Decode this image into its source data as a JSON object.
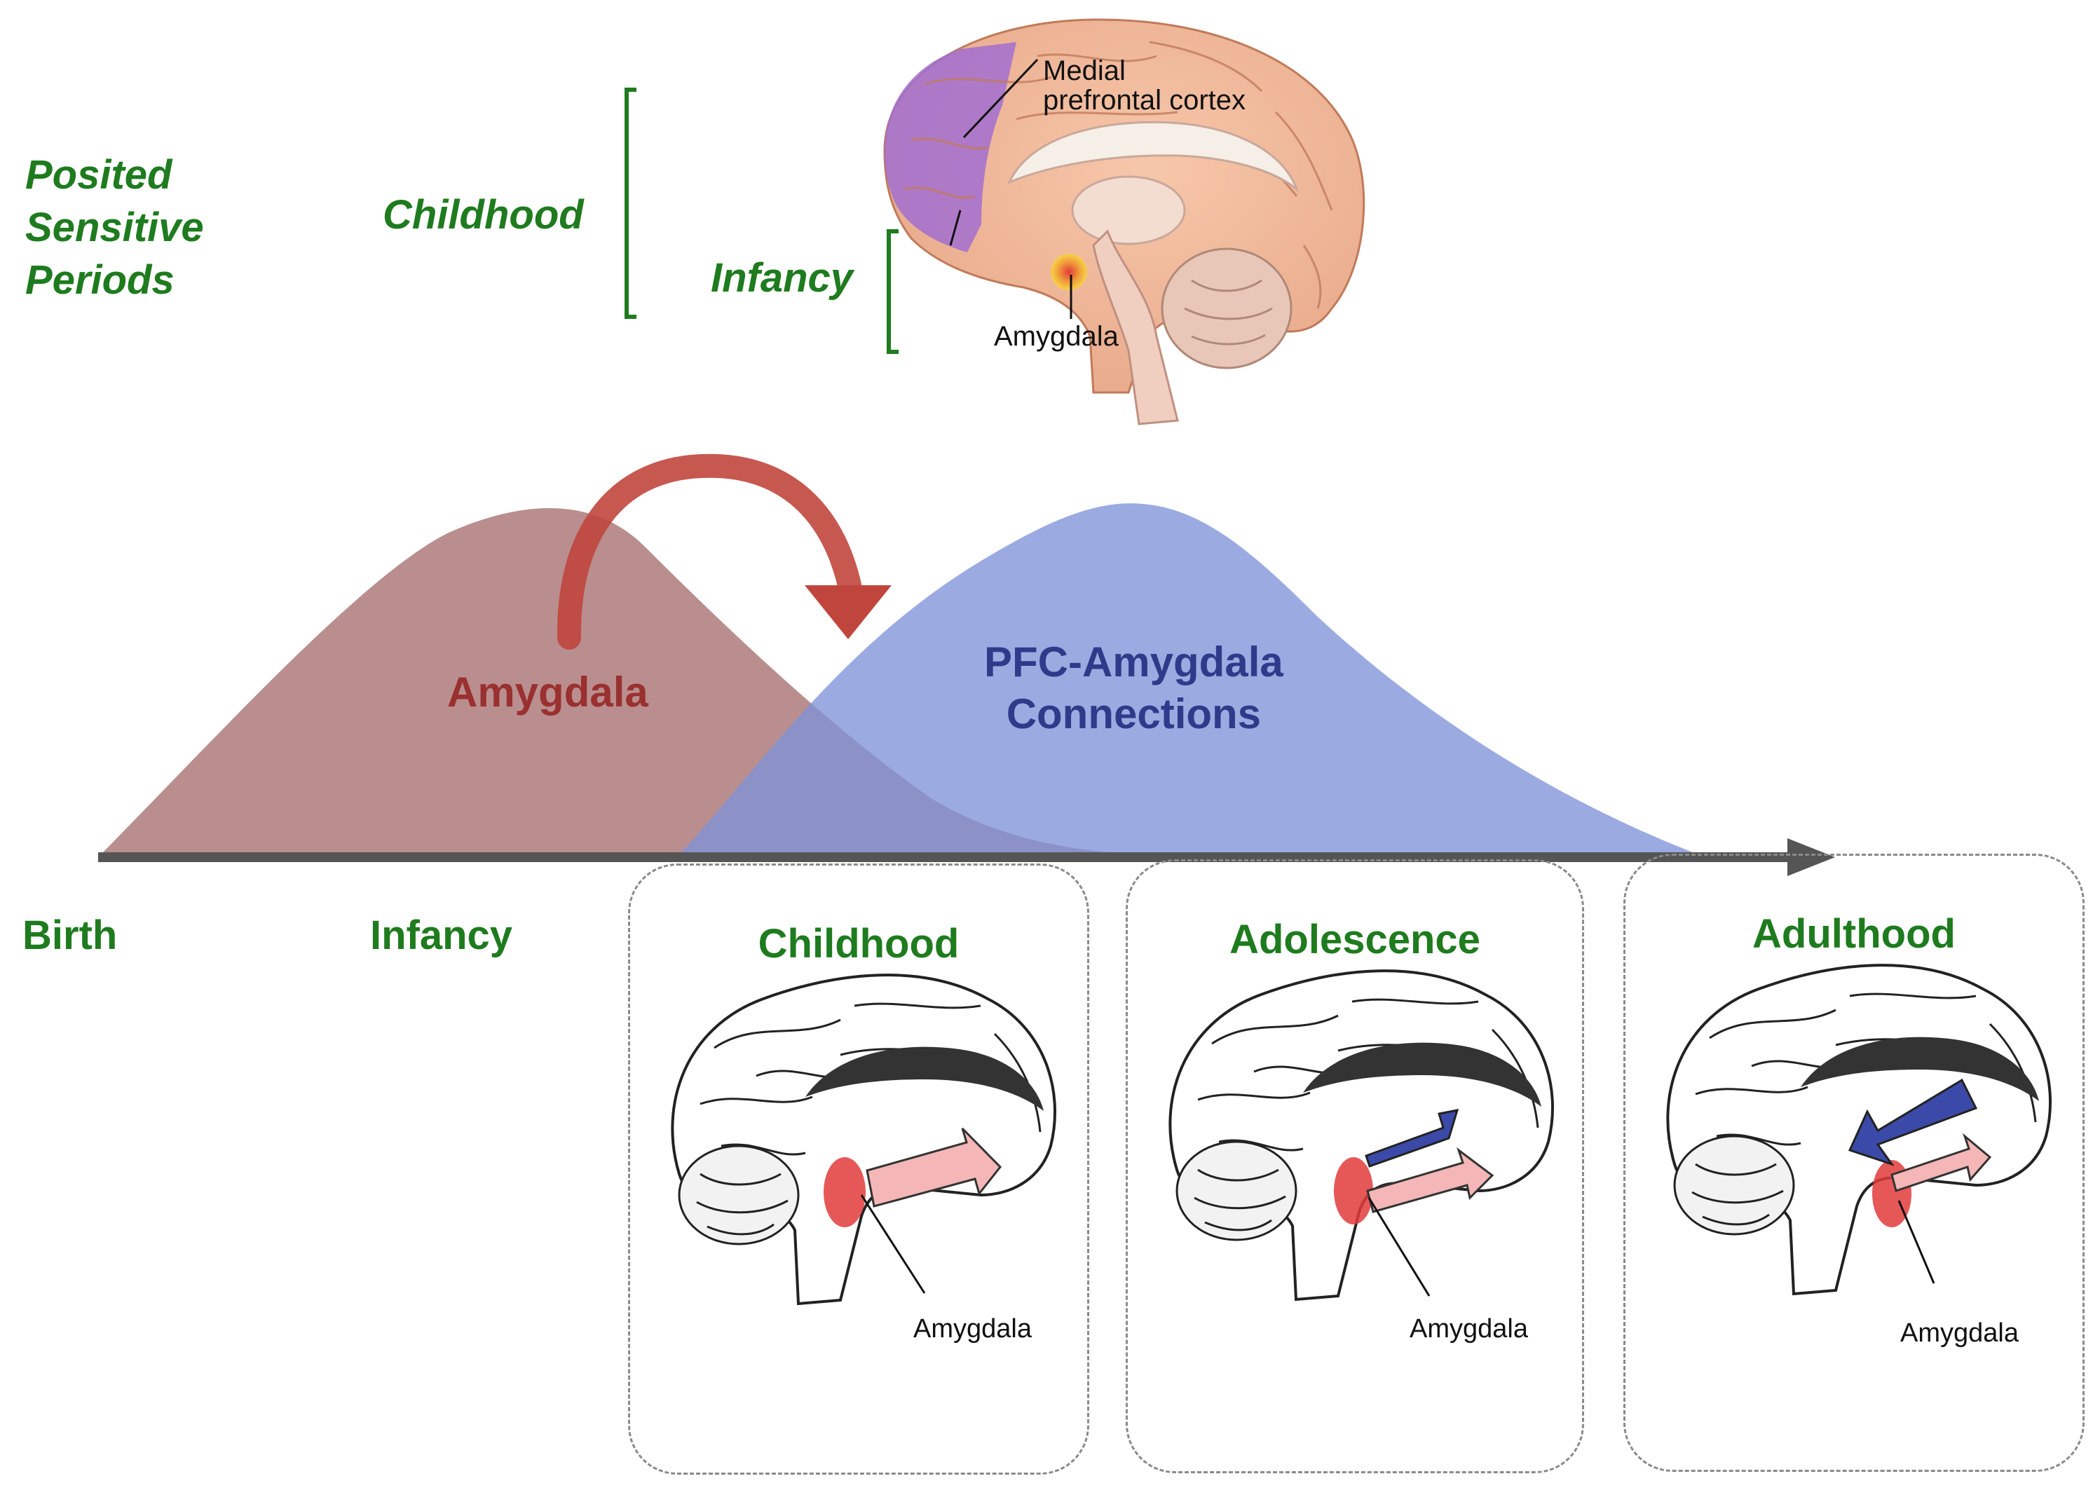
{
  "posited_periods": {
    "title_lines": [
      "Posited",
      "Sensitive",
      "Periods"
    ],
    "childhood": "Childhood",
    "infancy": "Infancy"
  },
  "top_brain": {
    "mpfc_label_lines": [
      "Medial",
      "prefrontal cortex"
    ],
    "amygdala_label": "Amygdala"
  },
  "curves": {
    "amygdala": {
      "label": "Amygdala",
      "color": "#b07e7e"
    },
    "pfc": {
      "label_lines": [
        "PFC-Amygdala",
        "Connections"
      ],
      "color": "#8094d4"
    }
  },
  "timeline": {
    "stages": [
      "Birth",
      "Infancy",
      "Childhood",
      "Adolescence",
      "Adulthood"
    ]
  },
  "panels": [
    {
      "title": "Childhood",
      "amygdala_label": "Amygdala"
    },
    {
      "title": "Adolescence",
      "amygdala_label": "Amygdala"
    },
    {
      "title": "Adulthood",
      "amygdala_label": "Amygdala"
    }
  ],
  "colors": {
    "label_green": "#1e7b1e",
    "amygdala_text": "#9a3030",
    "pfc_text": "#2f3b8a",
    "axis": "#555555",
    "curved_arrow": "#c0463d",
    "pink_arrow": "#f4b6b6",
    "blue_arrow": "#3b4aa8",
    "amygdala_highlight": "#e23b3b",
    "mpfc_highlight": "#a26fd0"
  }
}
